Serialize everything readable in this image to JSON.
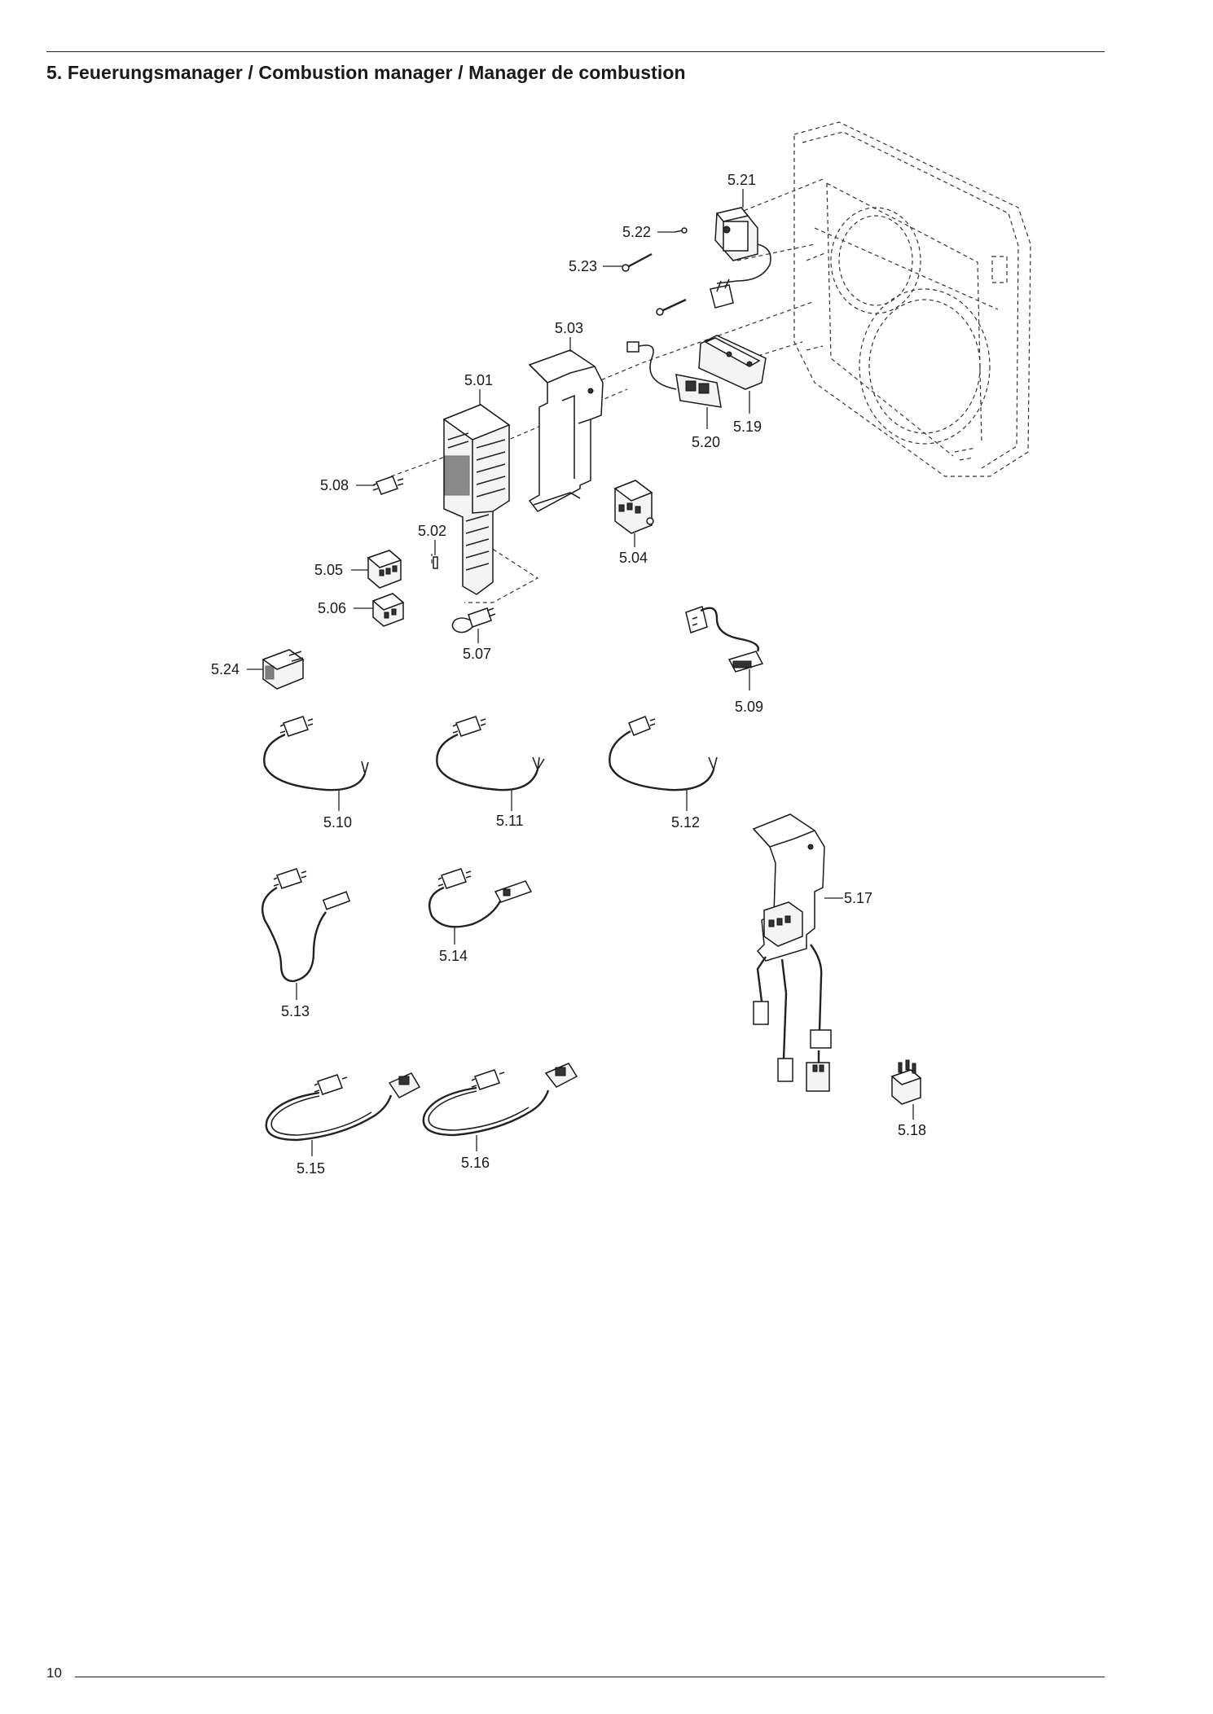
{
  "header": {
    "title": "5. Feuerungsmanager / Combustion manager / Manager de combustion"
  },
  "footer": {
    "page_number": "10"
  },
  "callouts": {
    "c501": "5.01",
    "c502": "5.02",
    "c503": "5.03",
    "c504": "5.04",
    "c505": "5.05",
    "c506": "5.06",
    "c507": "5.07",
    "c508": "5.08",
    "c509": "5.09",
    "c510": "5.10",
    "c511": "5.11",
    "c512": "5.12",
    "c513": "5.13",
    "c514": "5.14",
    "c515": "5.15",
    "c516": "5.16",
    "c517": "5.17",
    "c518": "5.18",
    "c519": "5.19",
    "c520": "5.20",
    "c521": "5.21",
    "c522": "5.22",
    "c523": "5.23",
    "c524": "5.24"
  }
}
